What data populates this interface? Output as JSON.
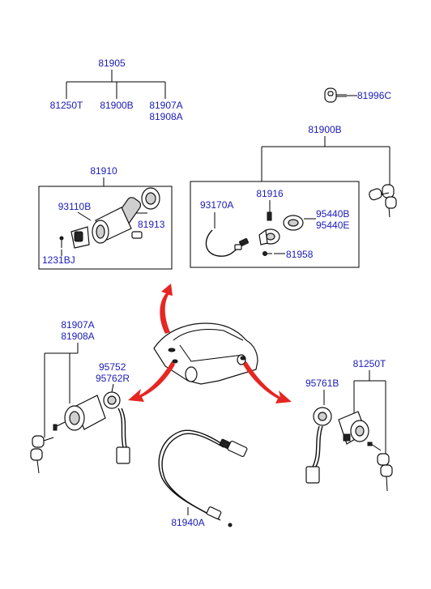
{
  "diagram": {
    "colors": {
      "label": "#1a1ab8",
      "arrow": "#e52621",
      "line": "#000000"
    },
    "labels": {
      "p81905": "81905",
      "p81250T_top": "81250T",
      "p81900B_top": "81900B",
      "p81907A_top": "81907A",
      "p81908A_top": "81908A",
      "p81996C": "81996C",
      "p81900B_right": "81900B",
      "p81910": "81910",
      "p93110B": "93110B",
      "p81913": "81913",
      "p1231BJ": "1231BJ",
      "p93170A": "93170A",
      "p81916": "81916",
      "p95440B": "95440B",
      "p95440E": "95440E",
      "p81958": "81958",
      "p81907A_left": "81907A",
      "p81908A_left": "81908A",
      "p95752": "95752",
      "p95762R": "95762R",
      "p81250T_right": "81250T",
      "p95761B": "95761B",
      "p81940A": "81940A"
    }
  }
}
